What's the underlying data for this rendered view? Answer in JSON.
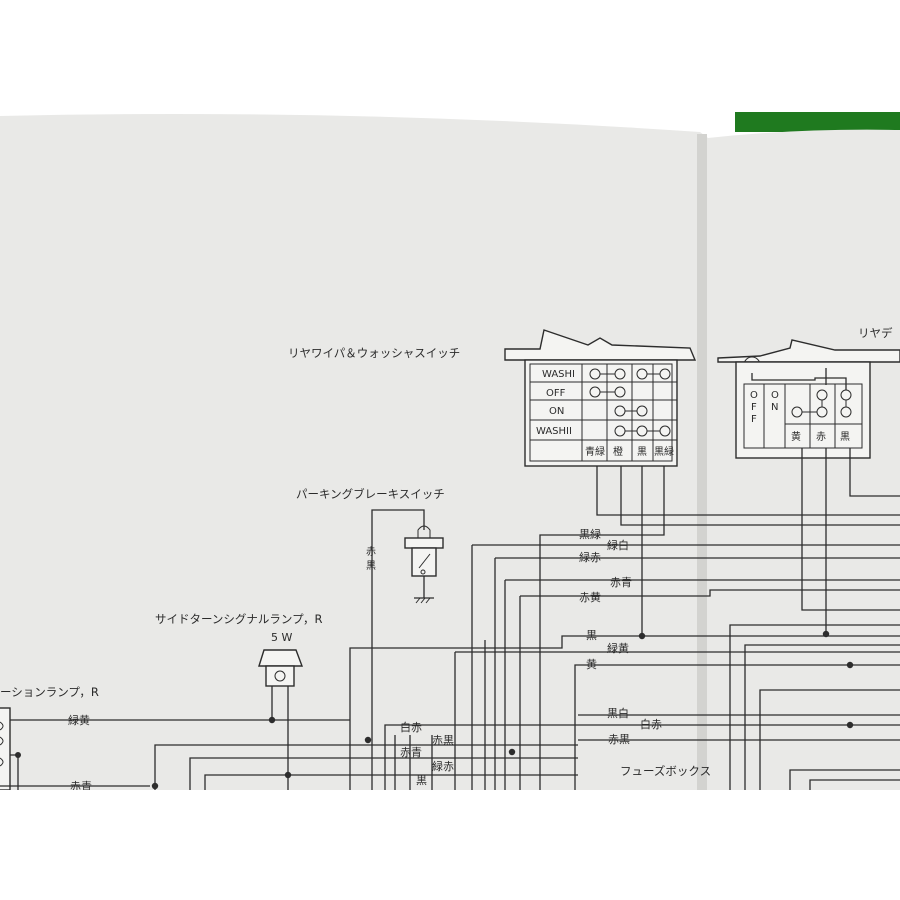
{
  "colors": {
    "page": "#e9e9e7",
    "gutter": "#d3d3d0",
    "ink": "#2d2d2d",
    "foliage": "#1f7a1f",
    "background": "#ffffff"
  },
  "labels": {
    "rear_wiper_switch": "リヤワイパ＆ウォッシャスイッチ",
    "rear_def_switch_partial": "リヤデ",
    "parking_brake_switch": "パーキングブレーキスイッチ",
    "side_turn_lamp": "サイドターンシグナルランプ，R",
    "side_turn_wattage": "5 W",
    "position_lamp_partial": "ーションランプ，R",
    "fuse_box_partial": "フューズボックス"
  },
  "wiper_switch": {
    "rows": [
      "WASHI",
      "OFF",
      "ON",
      "WASHII"
    ],
    "columns": [
      "青緑",
      "橙",
      "黒",
      "黒緑"
    ]
  },
  "def_switch": {
    "positions": [
      "OFF",
      "ON"
    ],
    "columns": [
      "黄",
      "赤",
      "黒"
    ]
  },
  "parking_brake_wire": [
    "赤",
    "黒"
  ],
  "wire_labels": {
    "w1": "黒緑",
    "w2": "緑白",
    "w3": "緑赤",
    "w4": "赤青",
    "w5": "赤黄",
    "w6": "黒",
    "w7": "緑黄",
    "w8": "黄",
    "w9": "緑黄",
    "w10": "白赤",
    "w11": "赤黒",
    "w12": "赤青",
    "w13": "緑赤",
    "w14": "黒",
    "w15": "黒白",
    "w16": "白赤",
    "w17": "赤黒",
    "w18": "赤青"
  }
}
